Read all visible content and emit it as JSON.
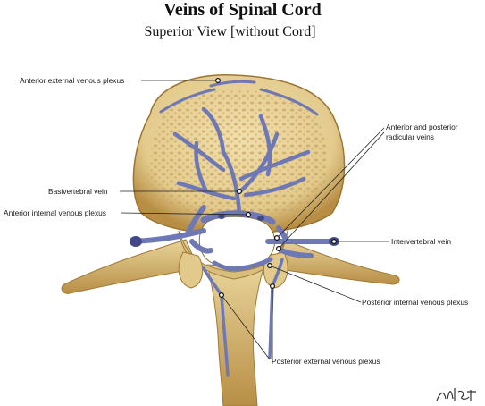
{
  "header": {
    "title": "Veins of Spinal Cord",
    "subtitle": "Superior View [without Cord]"
  },
  "labels": {
    "anterior_external": "Anterior external venous plexus",
    "basivertebral": "Basivertebral vein",
    "anterior_internal": "Anterior internal venous plexus",
    "radicular_line1": "Anterior and posterior",
    "radicular_line2": "radicular veins",
    "intervertebral": "Intervertebral vein",
    "posterior_internal": "Posterior internal venous plexus",
    "posterior_external": "Posterior external venous plexus"
  },
  "colors": {
    "bone": "#e8d49a",
    "bone_dark": "#b88e45",
    "bone_pore": "#c9a461",
    "vein": "#6e78b5",
    "vein_dark": "#414a86",
    "leader": "#222222"
  }
}
